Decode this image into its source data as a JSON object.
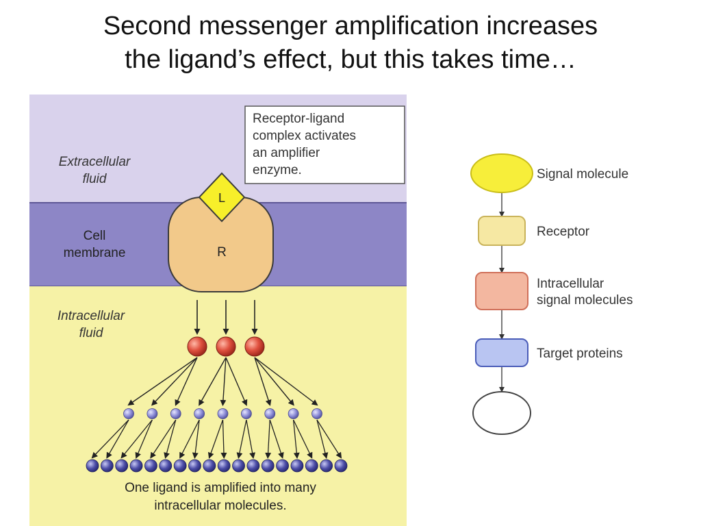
{
  "slide": {
    "title_line1": "Second messenger amplification increases",
    "title_line2": "the ligand’s effect, but this takes time…"
  },
  "left_figure": {
    "region_labels": {
      "extracellular_1": "Extracellular",
      "extracellular_2": "fluid",
      "membrane_1": "Cell",
      "membrane_2": "membrane",
      "intracellular_1": "Intracellular",
      "intracellular_2": "fluid"
    },
    "ligand_label": "L",
    "receptor_label": "R",
    "callout_lines": [
      "Receptor-ligand",
      "complex activates",
      "an amplifier",
      "enzyme."
    ],
    "caption_line1": "One ligand is amplified into many",
    "caption_line2": "intracellular molecules.",
    "amplification": {
      "ligands": 1,
      "level1_count": 3,
      "level2_count": 9,
      "level3_count": 18
    },
    "colors": {
      "extracellular": "#d9d2ec",
      "membrane": "#8d86c6",
      "intracellular": "#f6f2a6",
      "receptor": "#f2c98a",
      "ligand": "#f7ef2a",
      "level1": "#e0513f",
      "level2": "#8f8fd8",
      "level3": "#4e4fa8"
    }
  },
  "right_figure": {
    "steps": [
      {
        "label_lines": [
          "Signal molecule"
        ],
        "color": "#f7ee3a",
        "shape": "ellipse"
      },
      {
        "label_lines": [
          "Receptor"
        ],
        "color": "#f6e8a3",
        "shape": "rounded-rect"
      },
      {
        "label_lines": [
          "Intracellular",
          "signal molecules"
        ],
        "color": "#f3b7a0",
        "shape": "rounded-rect"
      },
      {
        "label_lines": [
          "Target proteins"
        ],
        "color": "#b9c5f2",
        "shape": "rounded-rect"
      },
      {
        "label_lines": [],
        "color": "#ffffff",
        "shape": "ellipse"
      }
    ]
  }
}
